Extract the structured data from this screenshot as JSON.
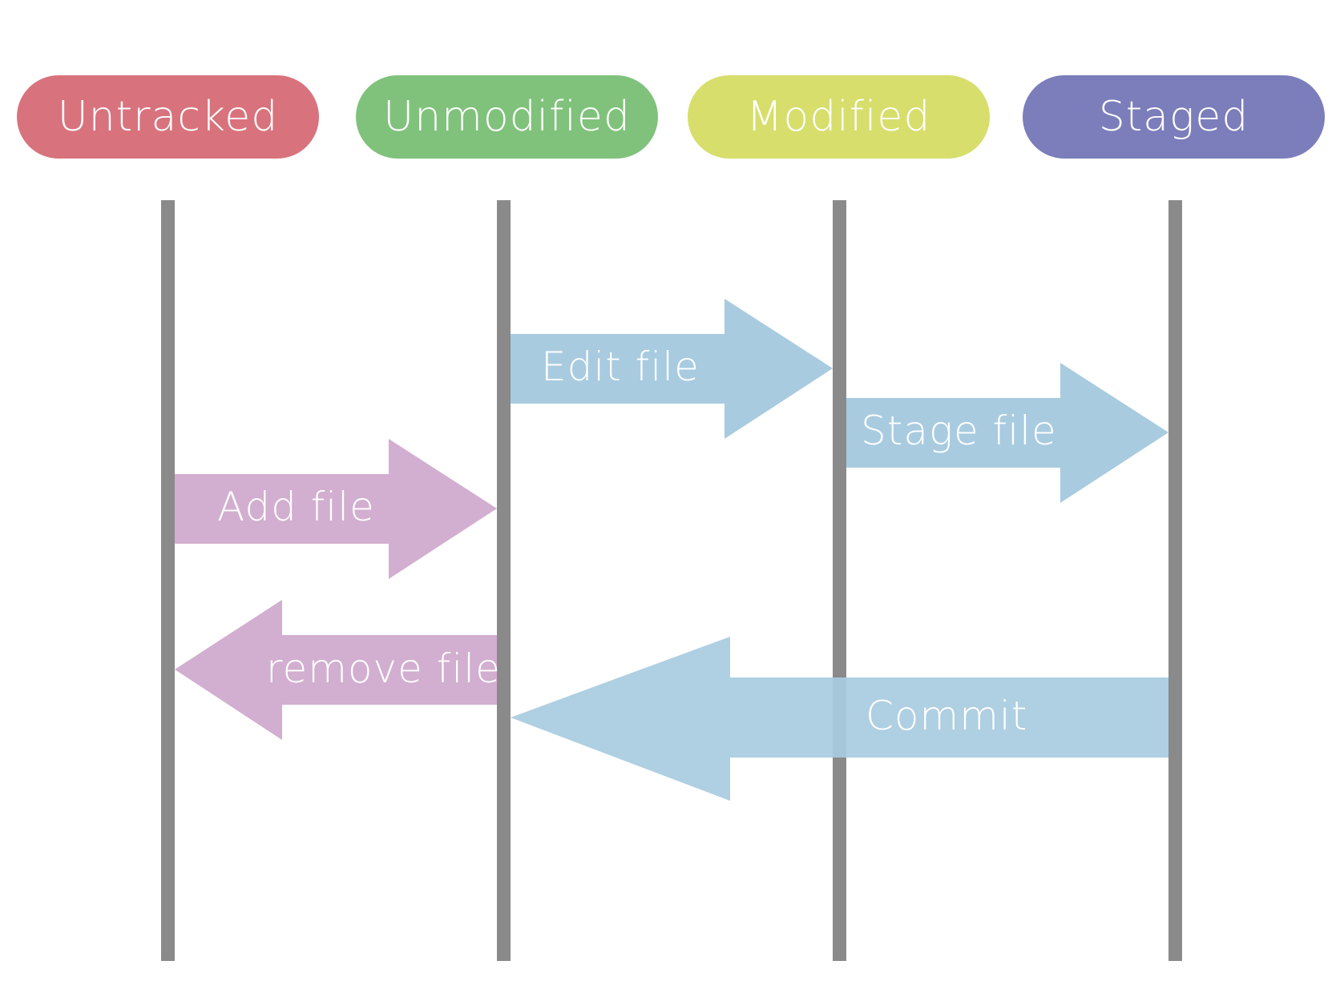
{
  "states": [
    {
      "id": "untracked",
      "label": "Untracked",
      "color": "#D8737D"
    },
    {
      "id": "unmodified",
      "label": "Unmodified",
      "color": "#80C27B"
    },
    {
      "id": "modified",
      "label": "Modified",
      "color": "#D7DE6C"
    },
    {
      "id": "staged",
      "label": "Staged",
      "color": "#7B7EBA"
    }
  ],
  "lifeline_color": "#8A8A8A",
  "transitions": [
    {
      "id": "edit-file",
      "label": "Edit file",
      "from": "unmodified",
      "to": "modified",
      "color": "#A8CBE0"
    },
    {
      "id": "stage-file",
      "label": "Stage file",
      "from": "modified",
      "to": "staged",
      "color": "#A8CBE0"
    },
    {
      "id": "add-file",
      "label": "Add file",
      "from": "untracked",
      "to": "unmodified",
      "color": "#D2AED0"
    },
    {
      "id": "remove-file",
      "label": "remove file",
      "from": "unmodified",
      "to": "untracked",
      "color": "#D2AED0"
    },
    {
      "id": "commit",
      "label": "Commit",
      "from": "staged",
      "to": "unmodified",
      "color": "#A8CBE0"
    }
  ]
}
